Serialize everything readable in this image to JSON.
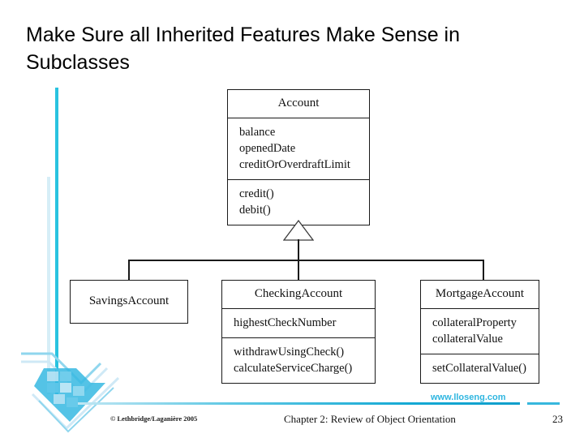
{
  "slide": {
    "title": "Make Sure all Inherited Features Make Sense in Subclasses",
    "accent_color": "#29c3e0",
    "line_color": "#1a1a1a"
  },
  "diagram": {
    "type": "uml-class-diagram",
    "relationship": "generalization",
    "superclass": {
      "name": "Account",
      "attributes": [
        "balance",
        "openedDate",
        "creditOrOverdraftLimit"
      ],
      "operations": [
        "credit()",
        "debit()"
      ]
    },
    "subclasses": [
      {
        "name": "SavingsAccount",
        "attributes": [],
        "operations": []
      },
      {
        "name": "CheckingAccount",
        "attributes": [
          "highestCheckNumber"
        ],
        "operations": [
          "withdrawUsingCheck()",
          "calculateServiceCharge()"
        ]
      },
      {
        "name": "MortgageAccount",
        "attributes": [
          "collateralProperty",
          "collateralValue"
        ],
        "operations": [
          "setCollateralValue()"
        ]
      }
    ]
  },
  "footer": {
    "website": "www.lloseng.com",
    "copyright": "© Lethbridge/Laganière 2005",
    "chapter": "Chapter 2: Review of Object Orientation",
    "page_number": "23"
  }
}
